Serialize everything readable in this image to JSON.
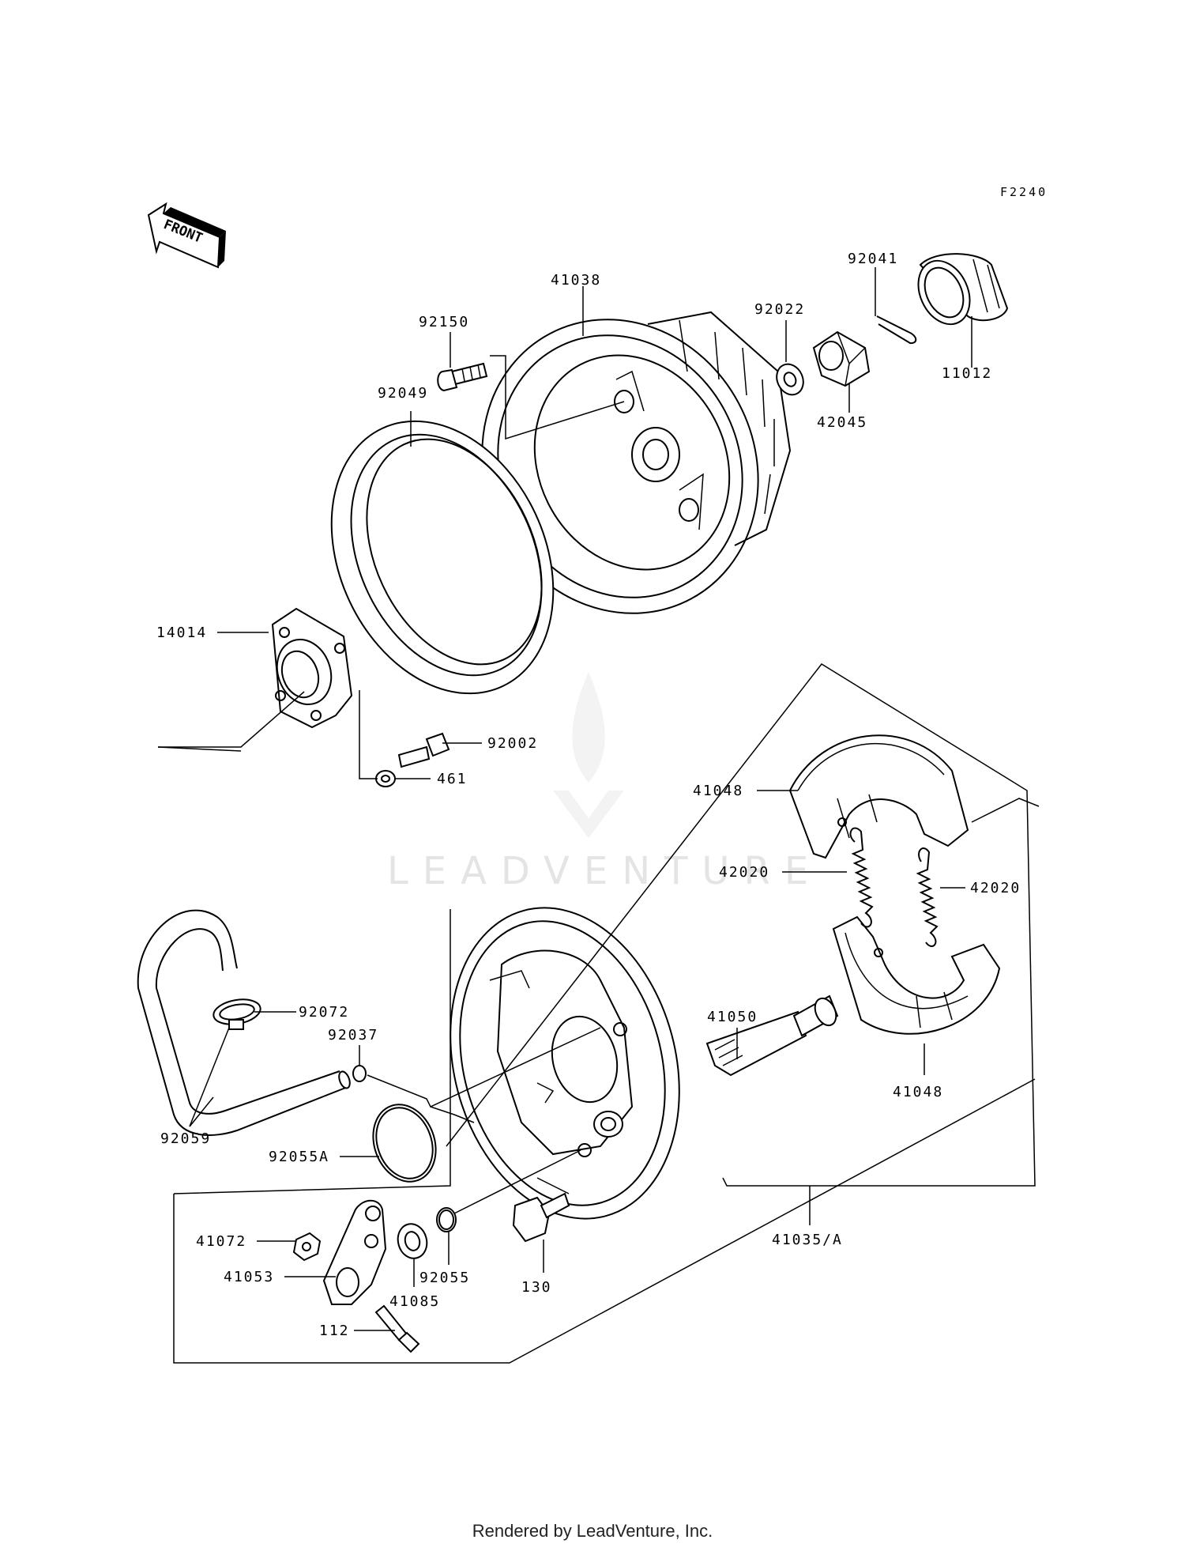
{
  "diagram_code": "F2240",
  "front_arrow": {
    "label": "FRONT",
    "icon": "front-direction-arrow-icon"
  },
  "watermark": {
    "text": "LEADVENTURE",
    "icon": "leadventure-flame-logo-icon"
  },
  "footer": "Rendered by LeadVenture, Inc.",
  "parts": {
    "p41038": "41038",
    "p92150": "92150",
    "p92049": "92049",
    "p92022": "92022",
    "p92041": "92041",
    "p11012": "11012",
    "p42045": "42045",
    "p14014": "14014",
    "p92002": "92002",
    "p461": "461",
    "p41048a": "41048",
    "p42020a": "42020",
    "p42020b": "42020",
    "p41050": "41050",
    "p41048b": "41048",
    "p92072": "92072",
    "p92037": "92037",
    "p92059": "92059",
    "p92055A": "92055A",
    "p41072": "41072",
    "p41053": "41053",
    "p41085": "41085",
    "p92055": "92055",
    "p130": "130",
    "p41035A": "41035/A",
    "p112": "112"
  }
}
